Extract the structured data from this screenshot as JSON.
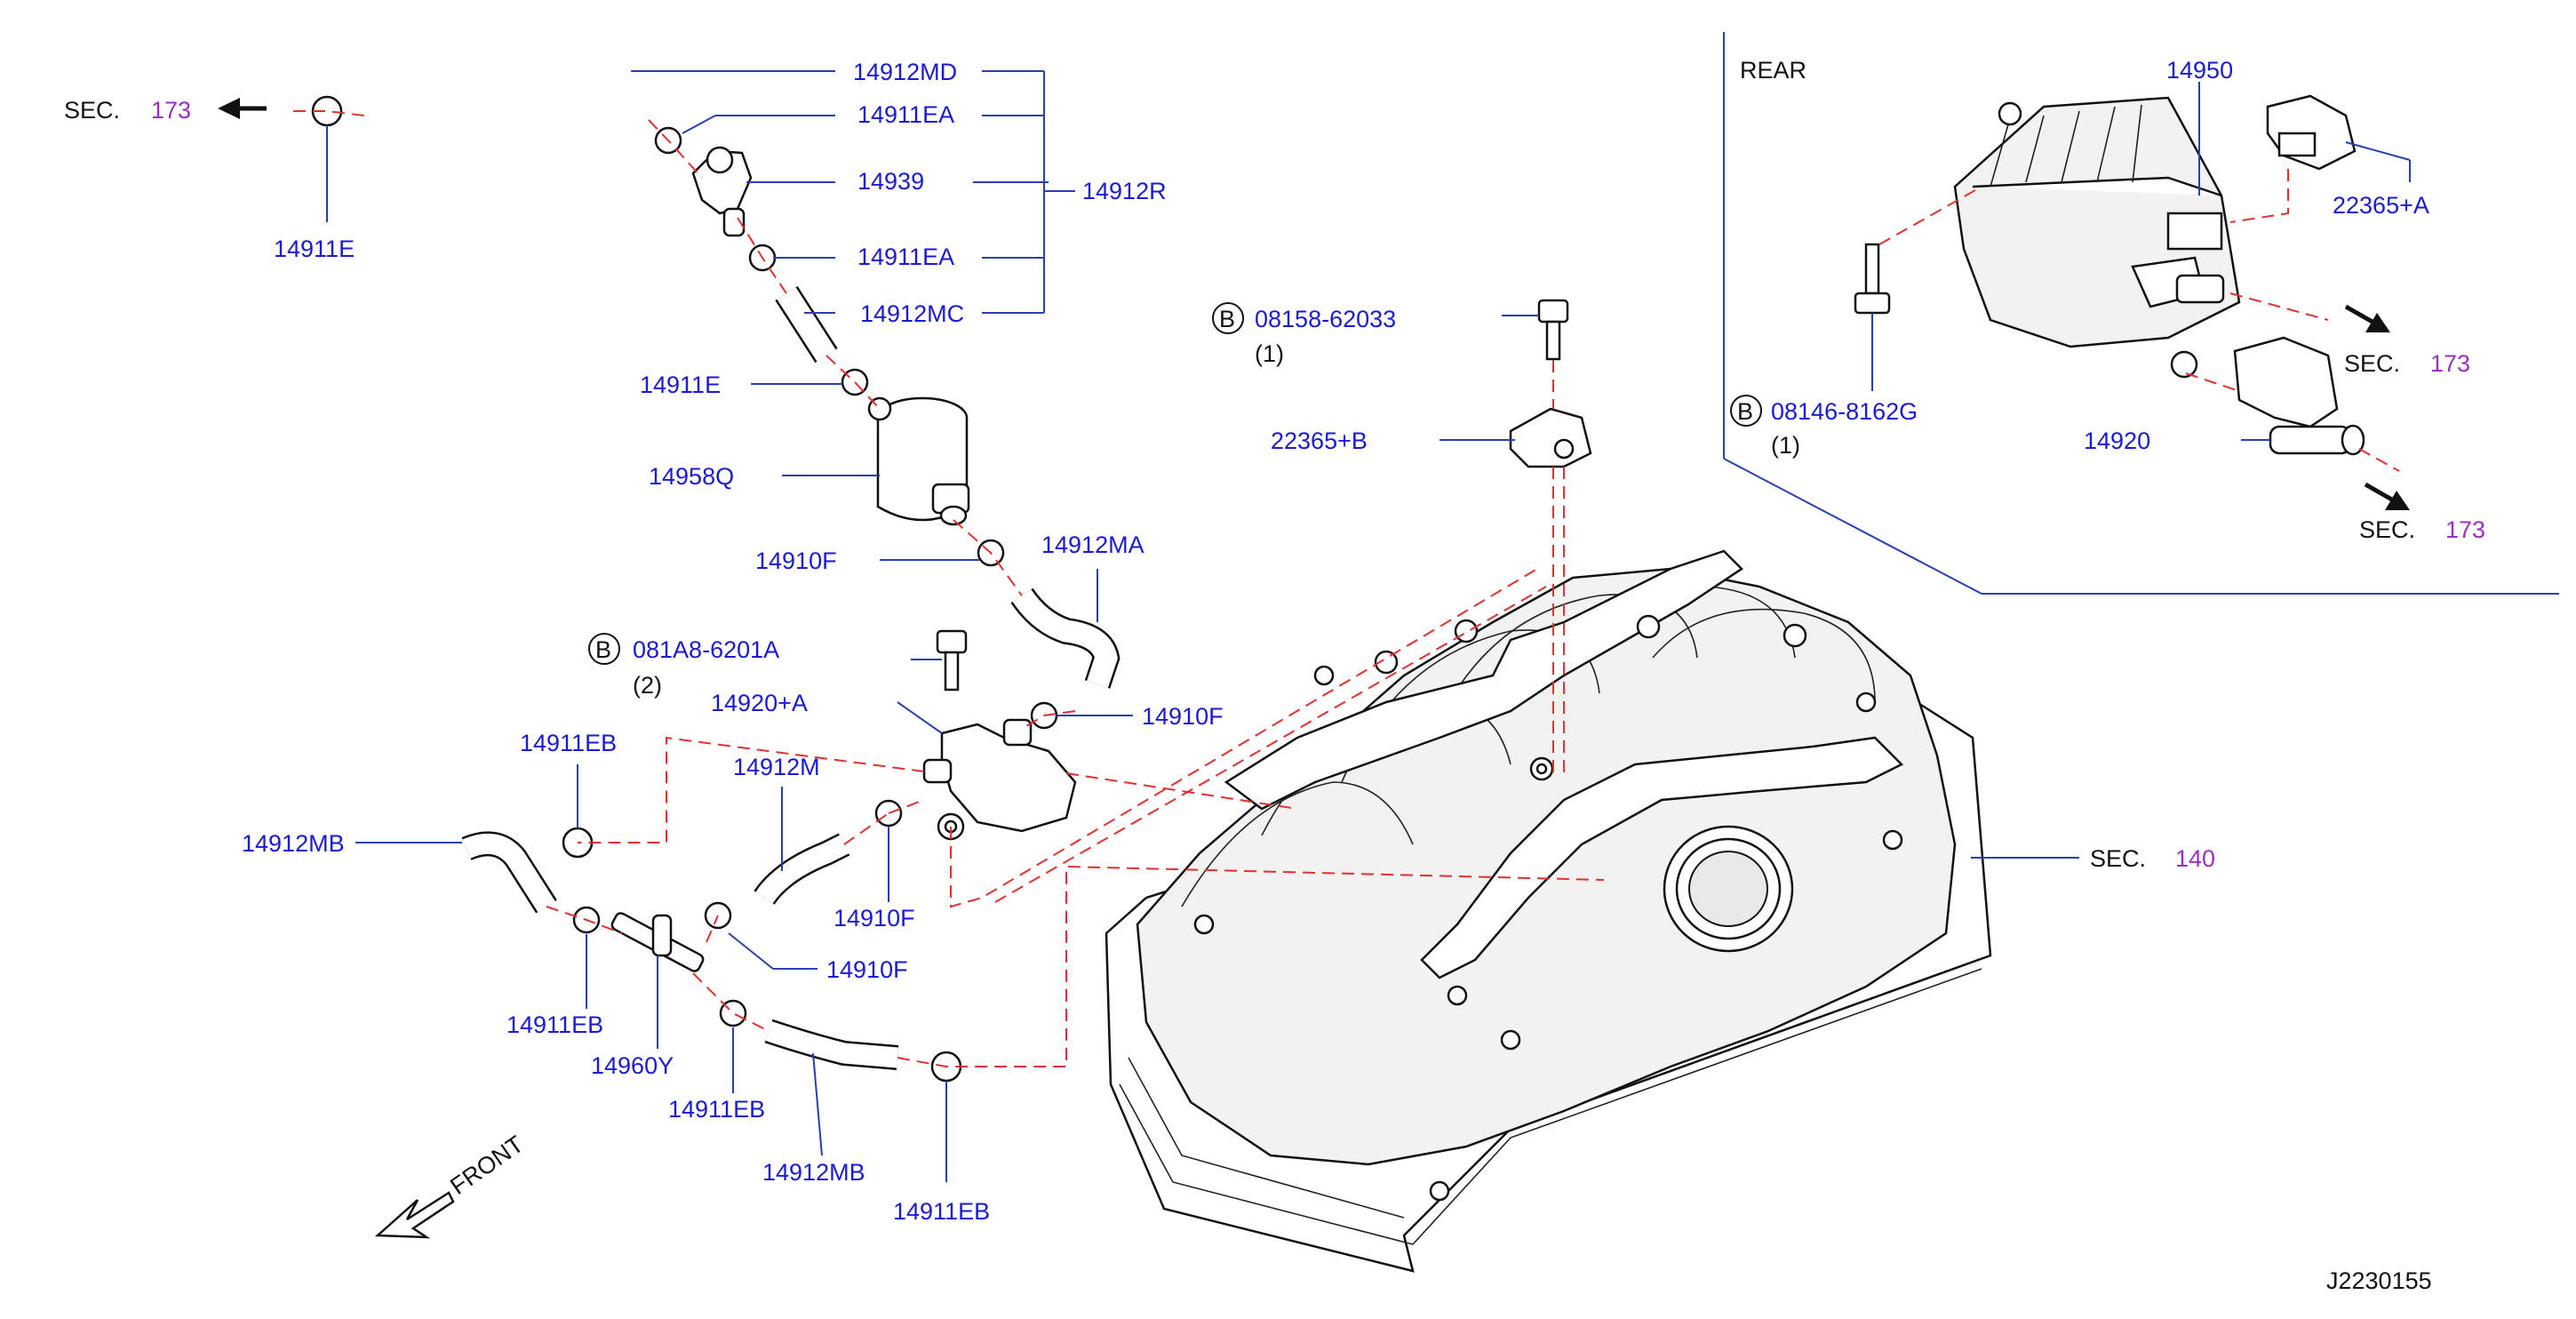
{
  "labels": {
    "sec173_a": "SEC.",
    "sec173_a_num": "173",
    "p14911e_top": "14911E",
    "p14912md": "14912MD",
    "p14911ea_1": "14911EA",
    "p14939": "14939",
    "p14912r": "14912R",
    "p14911ea_2": "14911EA",
    "p14912mc": "14912MC",
    "p14911e_mid": "14911E",
    "p14958q": "14958Q",
    "p14910f_top": "14910F",
    "p14912ma": "14912MA",
    "bolt_a_code": "081A8-6201A",
    "bolt_a_qty": "(2)",
    "p14920a": "14920+A",
    "p14910f_mid": "14910F",
    "p14911eb_top": "14911EB",
    "p14912m": "14912M",
    "p14912mb_left": "14912MB",
    "p14910f_lower": "14910F",
    "p14910f_low2": "14910F",
    "p14911eb_left": "14911EB",
    "p14960y": "14960Y",
    "p14911eb_mid": "14911EB",
    "p14912mb_bottom": "14912MB",
    "p14911eb_bottom": "14911EB",
    "bolt_b_code": "08158-62033",
    "bolt_b_qty": "(1)",
    "p22365b": "22365+B",
    "sec140": "SEC.",
    "sec140_num": "140",
    "rear": "REAR",
    "p14950": "14950",
    "p22365a": "22365+A",
    "bolt_c_code": "08146-8162G",
    "bolt_c_qty": "(1)",
    "sec173_b": "SEC.",
    "sec173_b_num": "173",
    "p14920": "14920",
    "sec173_c": "SEC.",
    "sec173_c_num": "173",
    "front": "FRONT",
    "diagram_id": "J2230155",
    "b_mark": "B"
  },
  "colors": {
    "part_number": "#1a1ad6",
    "section_number": "#9a2fc4",
    "leader": "#2a3fb0",
    "dashed_path": "#e03030"
  },
  "icons": [
    "arrow-left-icon",
    "arrow-right-icon",
    "front-arrow-icon",
    "bolt-b-circle-icon"
  ]
}
